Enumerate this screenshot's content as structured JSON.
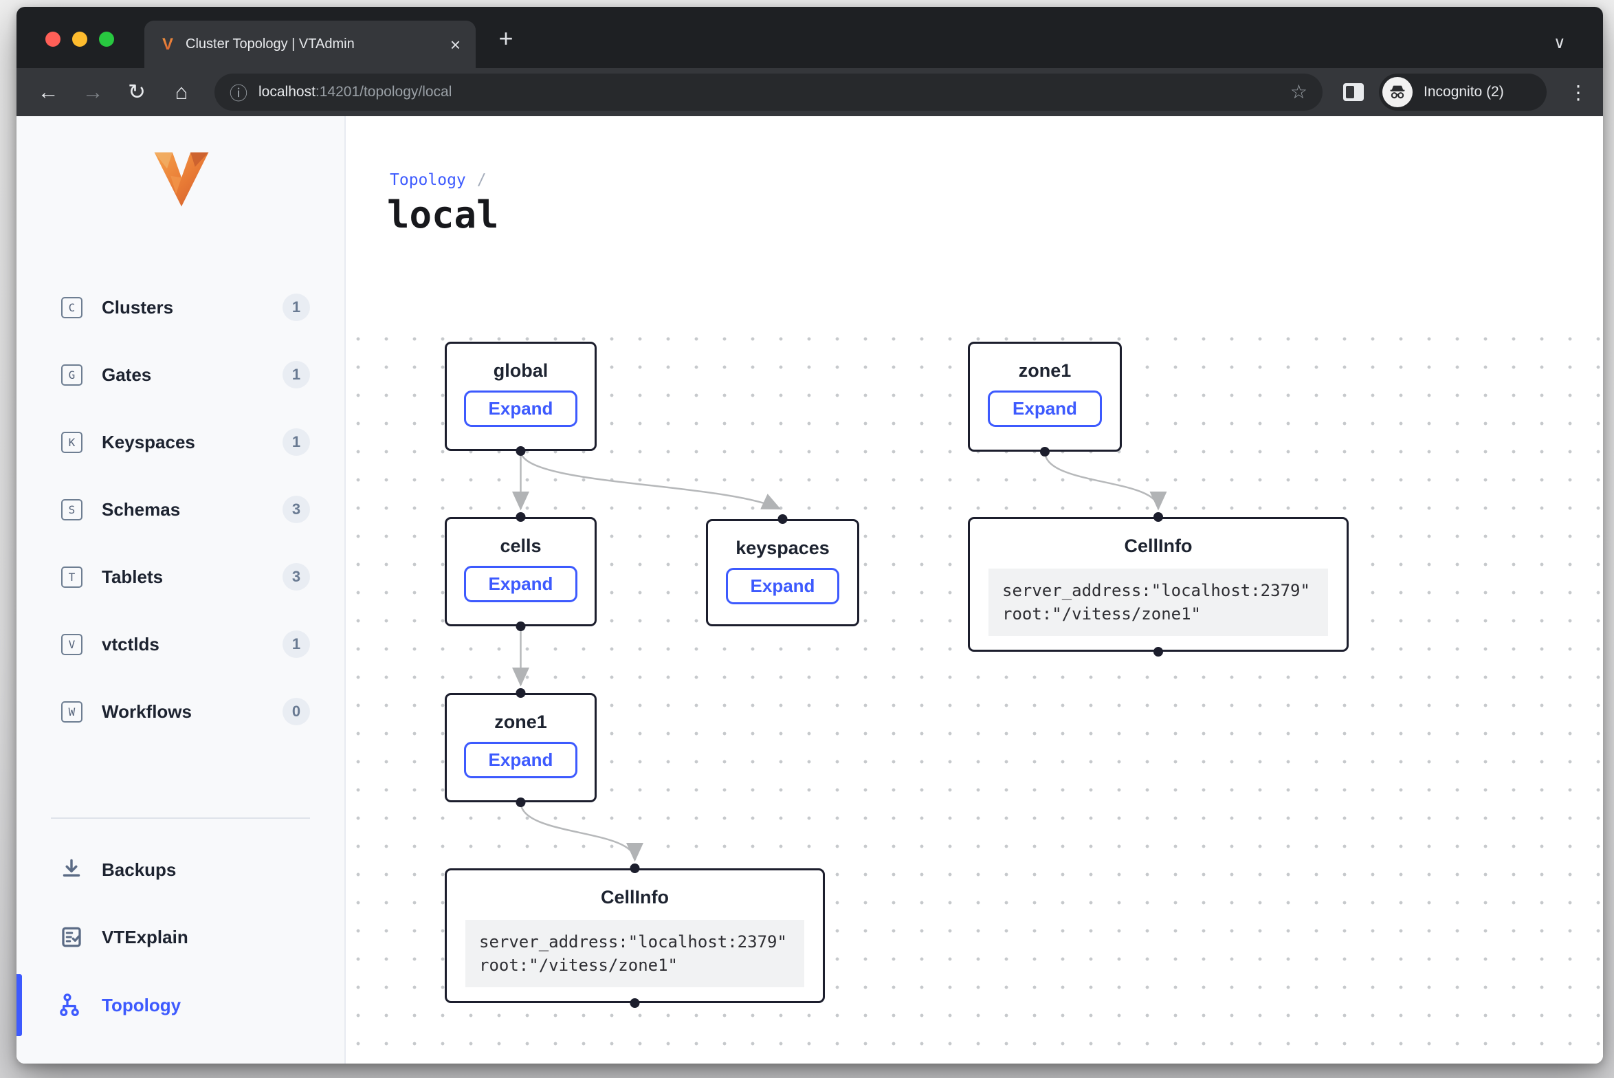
{
  "browser": {
    "tab_title": "Cluster Topology | VTAdmin",
    "url": {
      "host": "localhost",
      "rest": ":14201/topology/local",
      "full": "localhost:14201/topology/local"
    },
    "incognito_label": "Incognito (2)"
  },
  "icons": {
    "back": "←",
    "forward": "→",
    "reload": "↻",
    "home": "⌂",
    "info": "ⓘ",
    "star": "☆",
    "close": "×",
    "plus": "+",
    "chevron_down": "∨",
    "menu_dots": "⋮",
    "favicon_letter": "V"
  },
  "sidebar": {
    "items": [
      {
        "letter": "C",
        "label": "Clusters",
        "badge": "1"
      },
      {
        "letter": "G",
        "label": "Gates",
        "badge": "1"
      },
      {
        "letter": "K",
        "label": "Keyspaces",
        "badge": "1"
      },
      {
        "letter": "S",
        "label": "Schemas",
        "badge": "3"
      },
      {
        "letter": "T",
        "label": "Tablets",
        "badge": "3"
      },
      {
        "letter": "V",
        "label": "vtctlds",
        "badge": "1"
      },
      {
        "letter": "W",
        "label": "Workflows",
        "badge": "0"
      }
    ],
    "tools": [
      {
        "label": "Backups",
        "icon": "download-icon",
        "active": false
      },
      {
        "label": "VTExplain",
        "icon": "document-check-icon",
        "active": false
      },
      {
        "label": "Topology",
        "icon": "topology-icon",
        "active": true
      }
    ]
  },
  "main": {
    "breadcrumb": {
      "label": "Topology",
      "separator": "/"
    },
    "title": "local"
  },
  "graph": {
    "expand_label": "Expand",
    "nodes": [
      {
        "id": "global",
        "title": "global",
        "type": "expand"
      },
      {
        "id": "zone1-right",
        "title": "zone1",
        "type": "expand"
      },
      {
        "id": "cells",
        "title": "cells",
        "type": "expand"
      },
      {
        "id": "keyspaces",
        "title": "keyspaces",
        "type": "expand"
      },
      {
        "id": "zone1-left",
        "title": "zone1",
        "type": "expand"
      },
      {
        "id": "cellinfo-right",
        "title": "CellInfo",
        "type": "info",
        "code": [
          "server_address:\"localhost:2379\"",
          "root:\"/vitess/zone1\""
        ]
      },
      {
        "id": "cellinfo-left",
        "title": "CellInfo",
        "type": "info",
        "code": [
          "server_address:\"localhost:2379\"",
          "root:\"/vitess/zone1\""
        ]
      }
    ],
    "edges": [
      {
        "from": "global",
        "to": "cells"
      },
      {
        "from": "global",
        "to": "keyspaces"
      },
      {
        "from": "cells",
        "to": "zone1-left"
      },
      {
        "from": "zone1-left",
        "to": "cellinfo-left"
      },
      {
        "from": "zone1-right",
        "to": "cellinfo-right"
      }
    ]
  },
  "colors": {
    "accent": "#3d5afe",
    "vitess_orange": "#ed7931",
    "node_border": "#1c1e2d",
    "edge": "#b6b8ba",
    "traffic_red": "#ff5f57",
    "traffic_yellow": "#febc2e",
    "traffic_green": "#28c840"
  }
}
